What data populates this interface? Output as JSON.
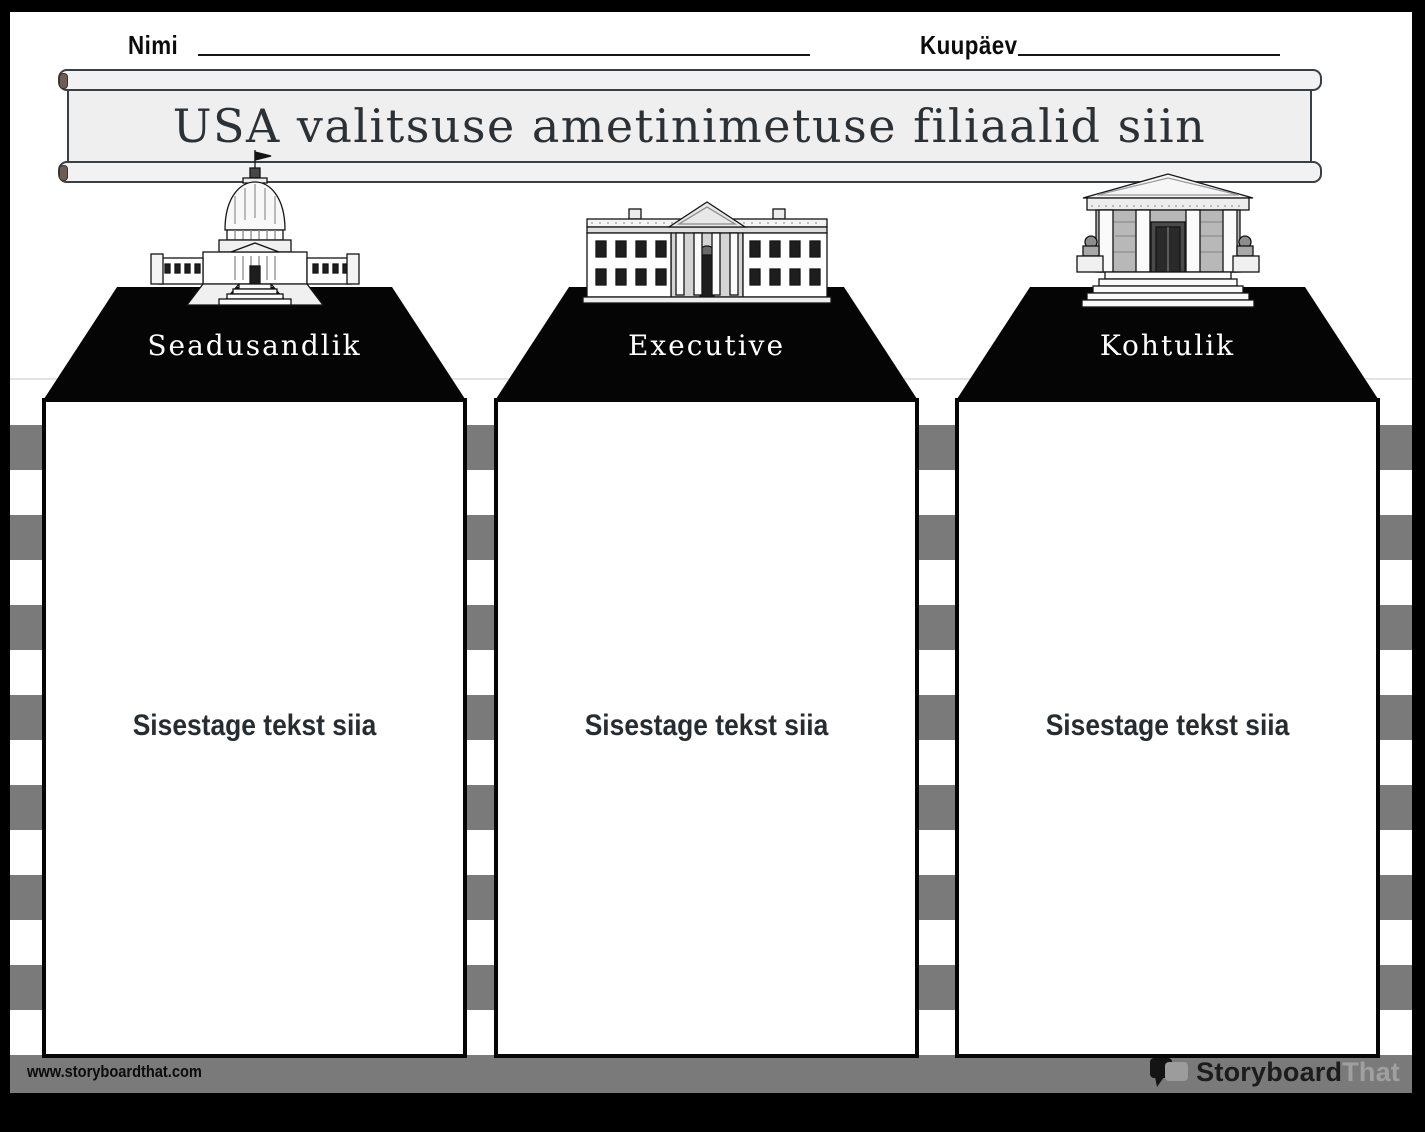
{
  "header": {
    "name_label": "Nimi",
    "date_label": "Kuupäev"
  },
  "banner": {
    "title": "USA valitsuse ametinimetuse filiaalid siin"
  },
  "columns": [
    {
      "label": "Seadusandlik",
      "building": "capitol-building",
      "placeholder": "Sisestage tekst siia"
    },
    {
      "label": "Executive",
      "building": "white-house",
      "placeholder": "Sisestage tekst siia"
    },
    {
      "label": "Kohtulik",
      "building": "courthouse",
      "placeholder": "Sisestage tekst siia"
    }
  ],
  "footer": {
    "website": "www.storyboardthat.com",
    "logo_part1": "Storyboard",
    "logo_part2": "That"
  },
  "colors": {
    "stripe_gray": "#7a7a7a",
    "panel_black": "#050505",
    "banner_fill": "#efefef",
    "ink": "#2c3136"
  }
}
